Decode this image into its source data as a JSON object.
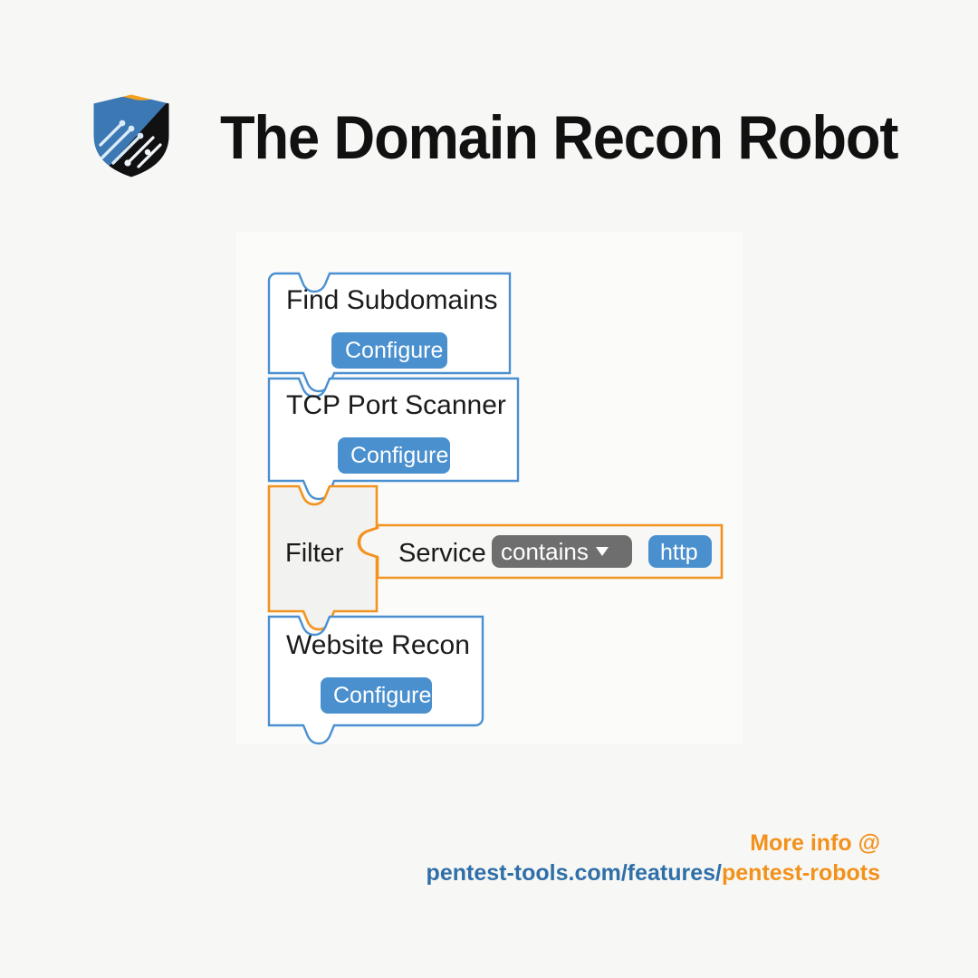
{
  "header": {
    "title": "The Domain Recon Robot",
    "logo_name": "pentest-tools-shield-logo"
  },
  "colors": {
    "page_background": "#f7f7f5",
    "canvas_background": "#fbfbfa",
    "block_border_blue": "#4a90d1",
    "block_border_orange": "#f2931f",
    "block_fill_white": "#ffffff",
    "block_fill_gray": "#f2f2f0",
    "button_blue": "#4a90cf",
    "dropdown_gray": "#6e6e6e",
    "text_dark": "#1b1b1b",
    "accent_orange": "#f2911b",
    "link_blue": "#2f6fa8"
  },
  "workflow": {
    "blocks": [
      {
        "id": "find-subdomains",
        "label": "Find Subdomains",
        "button_label": "Configure",
        "border_color": "#4a90d1",
        "fill_color": "#ffffff"
      },
      {
        "id": "tcp-port-scanner",
        "label": "TCP Port Scanner",
        "button_label": "Configure",
        "border_color": "#4a90d1",
        "fill_color": "#ffffff"
      },
      {
        "id": "filter",
        "label": "Filter",
        "border_color": "#f2931f",
        "fill_color": "#f2f2f0",
        "condition": {
          "field_label": "Service",
          "operator": "contains",
          "value": "http",
          "border_color": "#f2931f"
        }
      },
      {
        "id": "website-recon",
        "label": "Website Recon",
        "button_label": "Configure",
        "border_color": "#4a90d1",
        "fill_color": "#ffffff"
      }
    ]
  },
  "footer": {
    "more_info": "More info @",
    "url_prefix": "pentest-tools.com/features/",
    "url_suffix": "pentest-robots"
  }
}
